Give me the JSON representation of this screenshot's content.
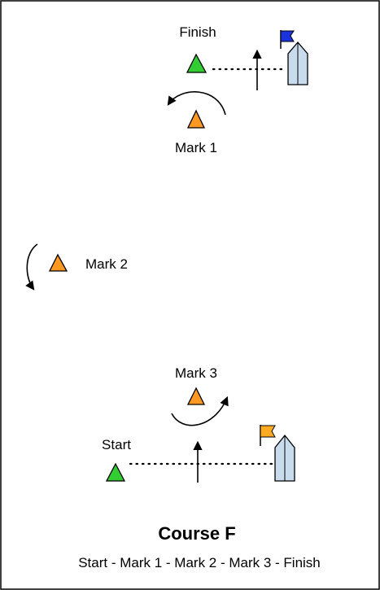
{
  "labels": {
    "finish": "Finish",
    "mark1": "Mark 1",
    "mark2": "Mark 2",
    "mark3": "Mark 3",
    "start": "Start"
  },
  "course": {
    "title": "Course F",
    "sequence": "Start - Mark 1 - Mark 2 - Mark 3 - Finish"
  },
  "icons": {
    "finish_mark": "green-triangle",
    "start_mark": "green-triangle",
    "course_marks": "orange-triangle",
    "committee_boats": "boat-with-flag",
    "rounding_arrows": "curved-arrow"
  },
  "colors": {
    "mark_green": "#33cc33",
    "mark_orange": "#ff9922",
    "finish_flag": "#1a33dd",
    "start_flag": "#ffaa22",
    "boat_fill": "#c8dcee",
    "outline": "#000000"
  }
}
